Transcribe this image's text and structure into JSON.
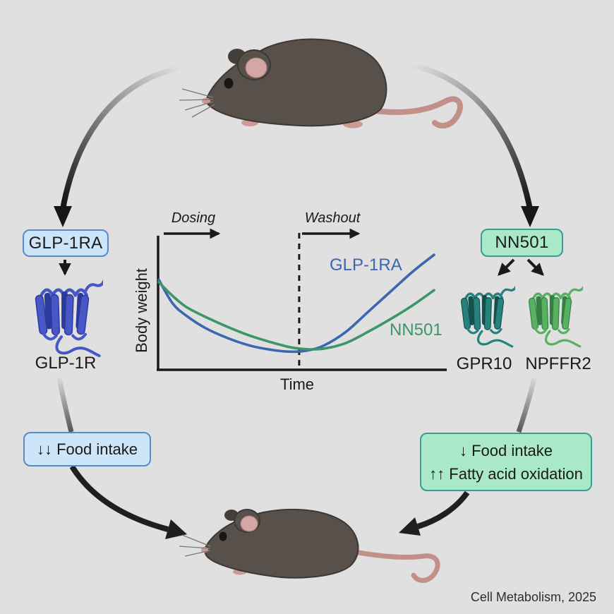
{
  "colors": {
    "bg": "#e0e0e0",
    "text": "#1a1a1a",
    "arrow": "#1c1c1c",
    "blue_box_fill": "#cde5f8",
    "blue_box_border": "#5b88c9",
    "green_box_fill": "#a9e9c8",
    "green_box_border": "#35a08c",
    "blue_line": "#3a67ae",
    "green_line": "#3c9668",
    "glp1r_fill": "#4757c5",
    "glp1r_dark": "#2b3a9c",
    "gpr10_fill": "#27817d",
    "gpr10_dark": "#14504e",
    "npffr2_fill": "#58b161",
    "npffr2_dark": "#337f46"
  },
  "left_pathway": {
    "agonist_label": "GLP-1RA",
    "receptor_label": "GLP-1R",
    "outcome_line1": "↓↓ Food intake"
  },
  "right_pathway": {
    "agonist_label": "NN501",
    "receptor1_label": "GPR10",
    "receptor2_label": "NPFFR2",
    "outcome_line1": "↓ Food intake",
    "outcome_line2": "↑↑ Fatty acid oxidation"
  },
  "chart_data": {
    "type": "line",
    "xlabel": "Time",
    "ylabel": "Body weight",
    "grid": false,
    "axes": "unlabeled qualitative axes (no tick values shown)",
    "phases": [
      {
        "label": "Dosing",
        "span_x": [
          0,
          0.51
        ]
      },
      {
        "label": "Washout",
        "span_x": [
          0.51,
          1
        ]
      }
    ],
    "dashed_divider_x": 0.51,
    "legend": "inline labels beside curves",
    "series": [
      {
        "name": "GLP-1RA",
        "color_key": "blue_line",
        "points": [
          [
            0,
            0.72
          ],
          [
            0.05,
            0.53
          ],
          [
            0.1,
            0.43
          ],
          [
            0.17,
            0.33
          ],
          [
            0.25,
            0.25
          ],
          [
            0.33,
            0.19
          ],
          [
            0.41,
            0.155
          ],
          [
            0.48,
            0.14
          ],
          [
            0.54,
            0.15
          ],
          [
            0.6,
            0.19
          ],
          [
            0.68,
            0.3
          ],
          [
            0.76,
            0.46
          ],
          [
            0.84,
            0.62
          ],
          [
            0.92,
            0.78
          ],
          [
            1,
            0.92
          ]
        ]
      },
      {
        "name": "NN501",
        "color_key": "green_line",
        "points": [
          [
            0,
            0.7
          ],
          [
            0.05,
            0.59
          ],
          [
            0.1,
            0.5
          ],
          [
            0.17,
            0.42
          ],
          [
            0.25,
            0.34
          ],
          [
            0.33,
            0.27
          ],
          [
            0.41,
            0.215
          ],
          [
            0.48,
            0.175
          ],
          [
            0.54,
            0.16
          ],
          [
            0.6,
            0.165
          ],
          [
            0.68,
            0.21
          ],
          [
            0.76,
            0.3
          ],
          [
            0.84,
            0.4
          ],
          [
            0.92,
            0.51
          ],
          [
            1,
            0.635
          ]
        ]
      }
    ]
  },
  "footer": {
    "source_label": "Cell Metabolism, 2025"
  }
}
